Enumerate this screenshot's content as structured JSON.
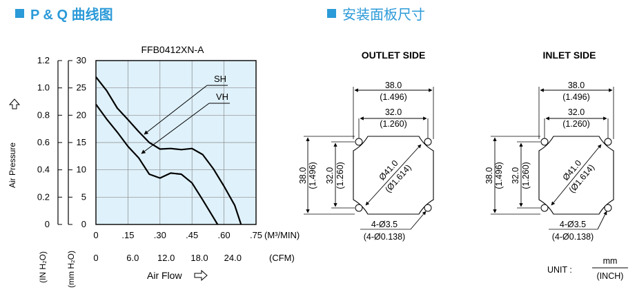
{
  "headers": {
    "left": "P & Q 曲线图",
    "right": "安装面板尺寸"
  },
  "colors": {
    "accent": "#2b9ad8",
    "plot_bg": "#dff1fa",
    "grid": "#888888"
  },
  "chart_data": {
    "type": "line",
    "title": "FFB0412XN-A",
    "xlabel": "Air Flow",
    "ylabel": "Air Pressure",
    "x_ticks_m3": [
      ".15",
      ".30",
      ".45",
      ".60",
      ".75"
    ],
    "x_origin_label": "0",
    "x_unit_m3": "(M³/MIN)",
    "x_ticks_cfm": [
      "0",
      "6.0",
      "12.0",
      "18.0",
      "24.0"
    ],
    "x_unit_cfm": "(CFM)",
    "y_ticks_inh2o": [
      "1.2",
      "1.0",
      "0.8",
      "0.6",
      "0.4",
      "0.2",
      "0"
    ],
    "y_unit_inh2o": "(IN H₂O)",
    "y_ticks_mmh2o": [
      "30",
      "25",
      "20",
      "15",
      "10",
      "5",
      "0"
    ],
    "y_unit_mmh2o": "(mm H₂O)",
    "xlim": [
      0,
      0.75
    ],
    "ylim_mmh2o": [
      0,
      30
    ],
    "series": [
      {
        "name": "SH",
        "x": [
          0,
          0.05,
          0.1,
          0.15,
          0.2,
          0.25,
          0.3,
          0.35,
          0.4,
          0.45,
          0.5,
          0.55,
          0.6,
          0.65,
          0.68
        ],
        "y": [
          27.0,
          24.5,
          21.3,
          19.2,
          17.0,
          15.0,
          13.8,
          13.9,
          13.7,
          13.9,
          12.8,
          10.2,
          7.0,
          3.5,
          0
        ]
      },
      {
        "name": "VH",
        "x": [
          0,
          0.05,
          0.1,
          0.15,
          0.2,
          0.25,
          0.3,
          0.35,
          0.4,
          0.45,
          0.5,
          0.55,
          0.57
        ],
        "y": [
          22.0,
          19.3,
          16.9,
          14.3,
          12.2,
          9.2,
          8.5,
          9.4,
          9.2,
          7.6,
          4.5,
          1.3,
          0
        ]
      }
    ],
    "curve_labels": [
      "SH",
      "VH"
    ]
  },
  "dimensions": {
    "outlet_title": "OUTLET SIDE",
    "inlet_title": "INLET SIDE",
    "overall_mm": "38.0",
    "overall_inch": "(1.496)",
    "hole_pitch_mm": "32.0",
    "hole_pitch_inch": "(1.260)",
    "diameter_mm": "Ø41.0",
    "diameter_inch": "(Ø1.614)",
    "holes_mm": "4-Ø3.5",
    "holes_inch": "(4-Ø0.138)",
    "unit_label": "UNIT :",
    "unit_mm": "mm",
    "unit_inch": "(INCH)"
  }
}
